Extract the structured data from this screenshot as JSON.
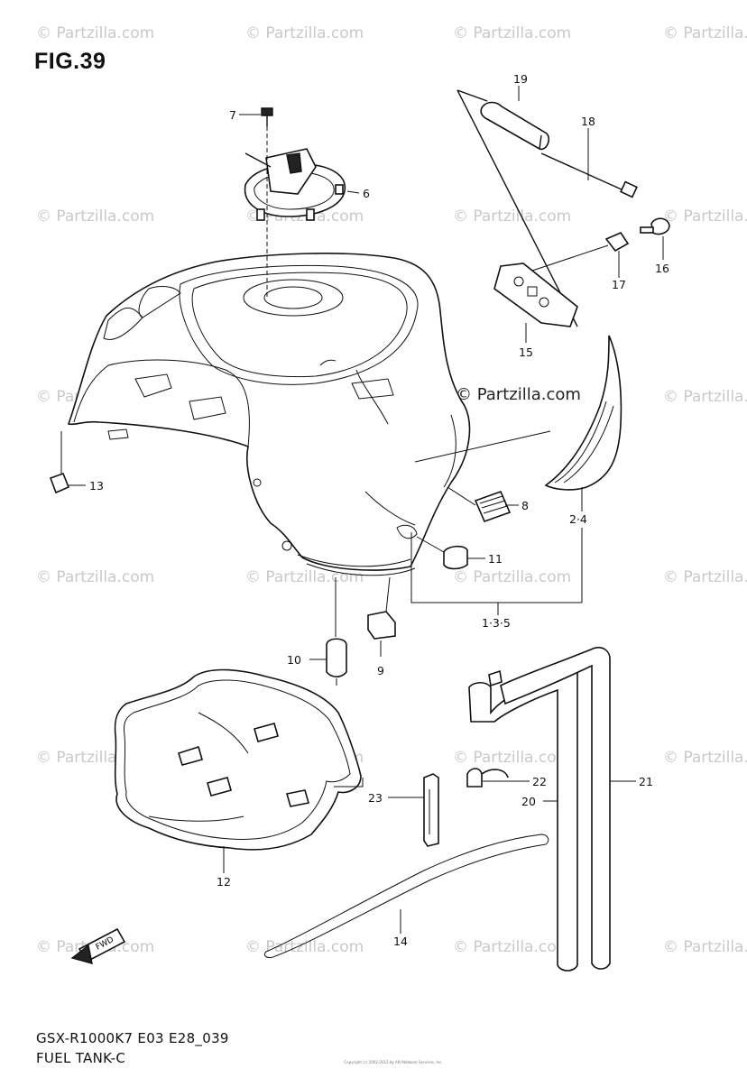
{
  "figure": {
    "title": "FIG.39",
    "model_code": "GSX-R1000K7 E03 E28_039",
    "section_name": "FUEL TANK-C",
    "copyright": "Copyright (c) 2002-2012 by ARI Network Services, Inc."
  },
  "watermark": {
    "text": "© Partzilla.com",
    "main_text": "© Partzilla.com"
  },
  "parts": [
    {
      "ref": "part-19",
      "label": "19"
    },
    {
      "ref": "part-18",
      "label": "18"
    },
    {
      "ref": "part-7",
      "label": "7"
    },
    {
      "ref": "part-6",
      "label": "6"
    },
    {
      "ref": "part-16",
      "label": "16"
    },
    {
      "ref": "part-17",
      "label": "17"
    },
    {
      "ref": "part-15",
      "label": "15"
    },
    {
      "ref": "part-13",
      "label": "13"
    },
    {
      "ref": "part-8",
      "label": "8"
    },
    {
      "ref": "part-2-4",
      "label": "2·4"
    },
    {
      "ref": "part-11",
      "label": "11"
    },
    {
      "ref": "part-1-3-5",
      "label": "1·3·5"
    },
    {
      "ref": "part-10",
      "label": "10"
    },
    {
      "ref": "part-9",
      "label": "9"
    },
    {
      "ref": "part-22",
      "label": "22"
    },
    {
      "ref": "part-21",
      "label": "21"
    },
    {
      "ref": "part-23",
      "label": "23"
    },
    {
      "ref": "part-20",
      "label": "20"
    },
    {
      "ref": "part-12",
      "label": "12"
    },
    {
      "ref": "part-14",
      "label": "14"
    }
  ],
  "direction_marker": {
    "label": "FWD"
  }
}
